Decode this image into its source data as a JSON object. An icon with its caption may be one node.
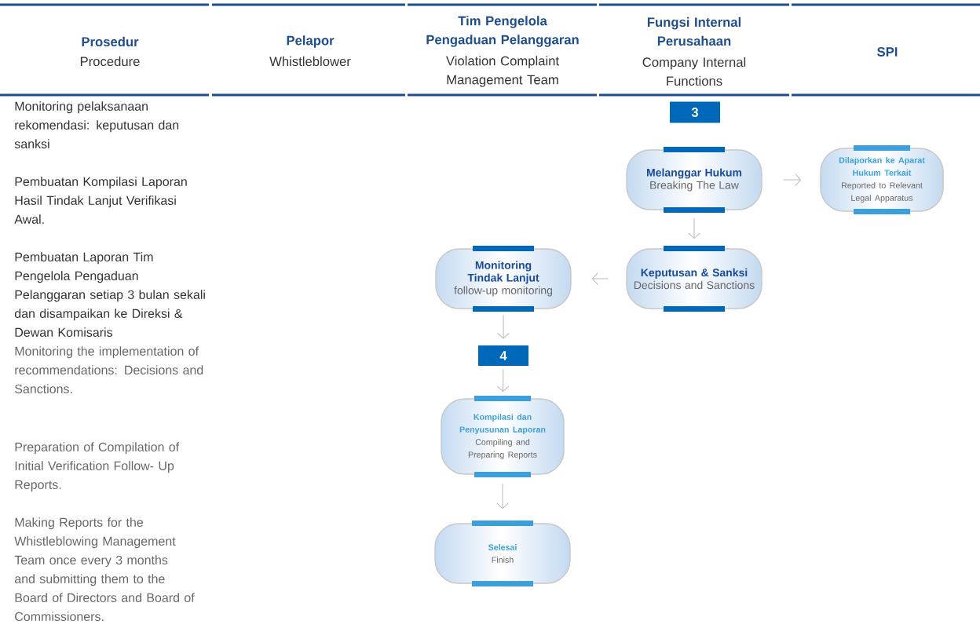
{
  "diagram": {
    "nodes": [
      {
        "text": [
          "3"
        ]
      },
      {
        "text": [
          "Melanggar Hukum",
          "Breaking The Law"
        ]
      },
      {
        "text": [
          "Dilaporkan ke Aparat Hukum Terkait",
          "Reported to Relevant Legal Apparatus"
        ]
      },
      {
        "text": [
          "Keputusan & Sanksi",
          "Decisions and Sanctions"
        ]
      },
      {
        "text": [
          "Monitoring Tindak Lanjut",
          "follow-up monitoring"
        ]
      },
      {
        "text": [
          "4"
        ]
      },
      {
        "text": [
          "Kompilasi dan Penyusunan Laporan",
          "Compiling and Preparing Reports"
        ]
      },
      {
        "text": [
          "Selesai",
          "Finish"
        ]
      }
    ],
    "edges": [
      {
        "from": 1,
        "to": 2,
        "arrow": "to"
      },
      {
        "from": 1,
        "to": 3,
        "arrow": "to"
      },
      {
        "from": 3,
        "to": 4,
        "arrow": "to"
      },
      {
        "from": 4,
        "to": 5,
        "arrow": "to"
      },
      {
        "from": 5,
        "to": 6,
        "arrow": "to"
      },
      {
        "from": 6,
        "to": 7,
        "arrow": "to"
      }
    ],
    "labels": [
      "Prosedur",
      "Procedure",
      "Pelapor",
      "Whistleblower",
      "Tim Pengelola Pengaduan Pelanggaran",
      "Violation Complaint Management Team",
      "Fungsi Internal Perusahaan",
      "Company Internal Functions",
      "SPI",
      "Monitoring pelaksanaan rekomendasi: keputusan dan sanksi",
      "Pembuatan Kompilasi Laporan Hasil Tindak Lanjut Verifikasi Awal.",
      "Pembuatan Laporan Tim Pengelola Pengaduan Pelanggaran setiap 3 bulan sekali dan disampaikan ke Direksi & Dewan Komisaris",
      "Monitoring the implementation of recommendations: Decisions and Sanctions.",
      "Preparation of Compilation of Initial Verification Follow- Up Reports.",
      "Making Reports for the Whistleblowing Management Team once every 3 months and submitting them to the Board of Directors and Board of Commissioners."
    ]
  }
}
